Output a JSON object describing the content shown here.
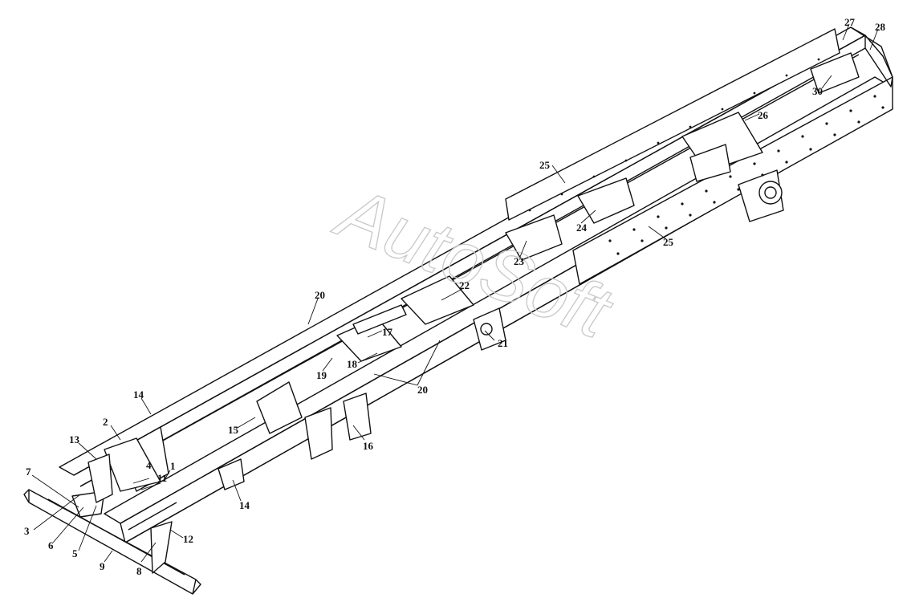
{
  "watermark": "AutoSoft",
  "callouts": [
    {
      "id": "c1",
      "text": "1"
    },
    {
      "id": "c2",
      "text": "2"
    },
    {
      "id": "c3",
      "text": "3"
    },
    {
      "id": "c4",
      "text": "4"
    },
    {
      "id": "c5",
      "text": "5"
    },
    {
      "id": "c6",
      "text": "6"
    },
    {
      "id": "c7",
      "text": "7"
    },
    {
      "id": "c8",
      "text": "8"
    },
    {
      "id": "c9",
      "text": "9"
    },
    {
      "id": "c11",
      "text": "11"
    },
    {
      "id": "c12",
      "text": "12"
    },
    {
      "id": "c13",
      "text": "13"
    },
    {
      "id": "c14a",
      "text": "14"
    },
    {
      "id": "c14b",
      "text": "14"
    },
    {
      "id": "c15",
      "text": "15"
    },
    {
      "id": "c16",
      "text": "16"
    },
    {
      "id": "c17",
      "text": "17"
    },
    {
      "id": "c18",
      "text": "18"
    },
    {
      "id": "c19",
      "text": "19"
    },
    {
      "id": "c20a",
      "text": "20"
    },
    {
      "id": "c20b",
      "text": "20"
    },
    {
      "id": "c21",
      "text": "21"
    },
    {
      "id": "c22",
      "text": "22"
    },
    {
      "id": "c23",
      "text": "23"
    },
    {
      "id": "c24",
      "text": "24"
    },
    {
      "id": "c25a",
      "text": "25"
    },
    {
      "id": "c25b",
      "text": "25"
    },
    {
      "id": "c26",
      "text": "26"
    },
    {
      "id": "c27",
      "text": "27"
    },
    {
      "id": "c28",
      "text": "28"
    },
    {
      "id": "c30",
      "text": "30"
    }
  ]
}
